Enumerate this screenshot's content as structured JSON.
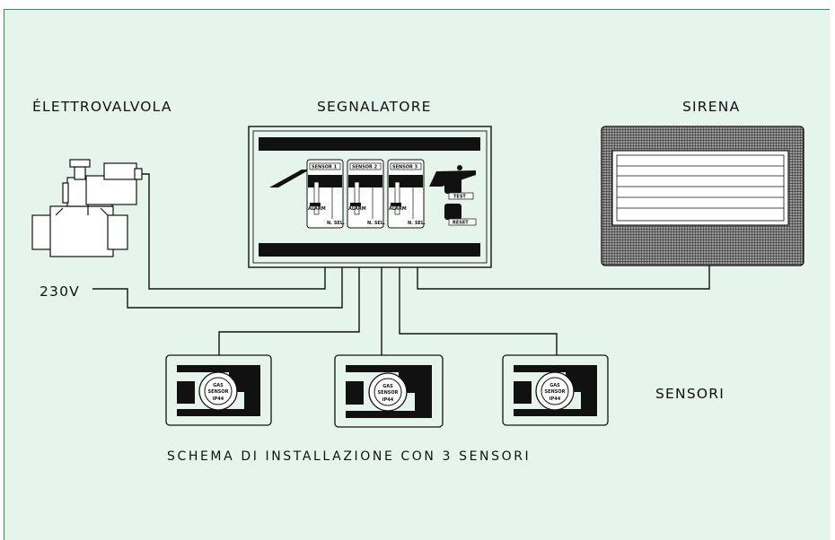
{
  "labels": {
    "valve": "ÉLETTROVALVOLA",
    "panel": "SEGNALATORE",
    "siren": "SIRENA",
    "sensors": "SENSORI",
    "power": "230V",
    "caption": "SCHEMA DI INSTALLAZIONE CON 3 SENSORI"
  },
  "panel": {
    "channels": [
      {
        "label": "SENSOR 1",
        "alarm": "ALARM",
        "fault": "N. SEL."
      },
      {
        "label": "SENSOR 2",
        "alarm": "ALARM",
        "fault": "N. SEL."
      },
      {
        "label": "SENSOR 3",
        "alarm": "ALARM",
        "fault": "N. SEL."
      }
    ],
    "buttons": {
      "test": "TEST",
      "reset": "RESET"
    }
  },
  "sensor_badge": {
    "line1": "GAS",
    "line2": "SENSOR",
    "line3": "IP44"
  },
  "colors": {
    "background": "#e6f5ec",
    "frame": "#2c8f5f",
    "ink": "#111111"
  }
}
